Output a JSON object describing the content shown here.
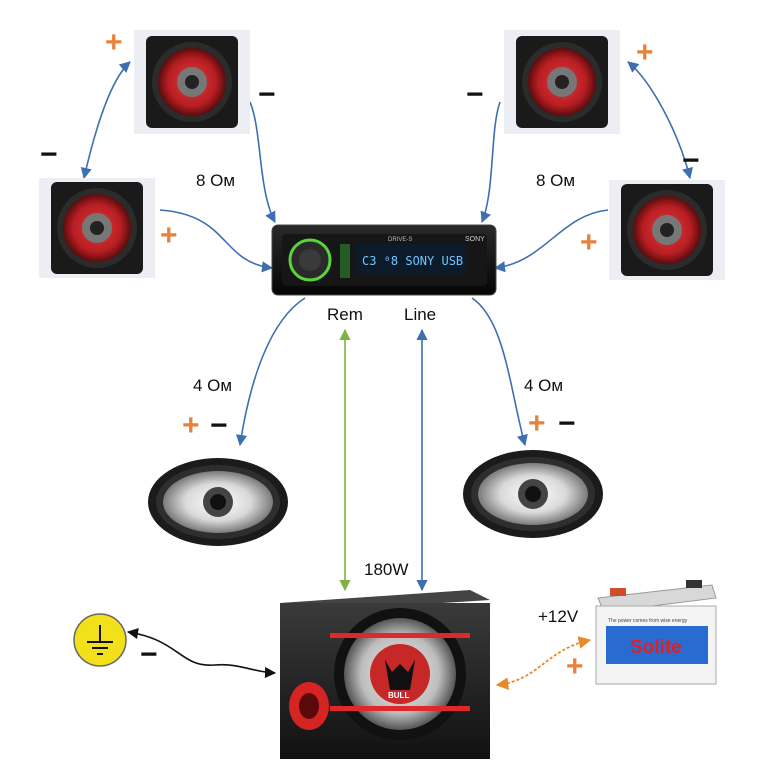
{
  "labels": {
    "ohm_left": "8 Ом",
    "ohm_right": "8 Ом",
    "ohm_oval_left": "4 Ом",
    "ohm_oval_right": "4 Ом",
    "rem": "Rem",
    "line": "Line",
    "power": "180W",
    "battery_voltage": "+12V"
  },
  "signs": {
    "plus": "+",
    "minus": "−"
  },
  "head_unit": {
    "brand": "SONY",
    "display_text": "C3 ⁰8 SONY USB",
    "model": "DRIVE-S"
  },
  "subwoofer": {
    "logo": "BULL"
  },
  "battery": {
    "brand": "Solite",
    "slogan": "The power comes from wise energy"
  },
  "colors": {
    "wire_speaker": "#3e6fb0",
    "wire_rem": "#7cb342",
    "wire_line": "#3e6fb0",
    "wire_power": "#e88a2c",
    "plus_sign": "#e8823a",
    "speaker_cone": "#c0282a",
    "ground_badge": "#f2e01a"
  },
  "icons": [
    "ground-icon"
  ]
}
